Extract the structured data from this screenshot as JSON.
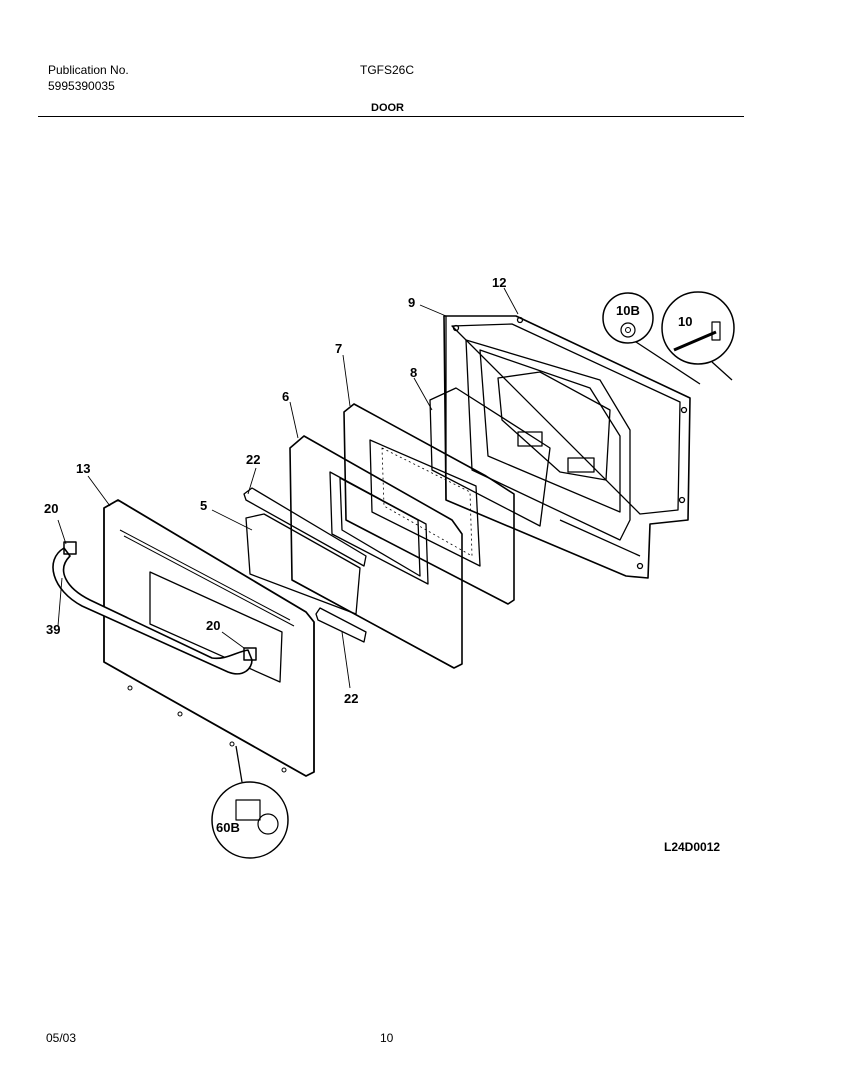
{
  "header": {
    "publication_label": "Publication No.",
    "publication_number": "5995390035",
    "model": "TGFS26C",
    "section_title": "DOOR"
  },
  "diagram": {
    "callouts": {
      "c12": "12",
      "c9": "9",
      "c10b": "10B",
      "c10": "10",
      "c7": "7",
      "c8": "8",
      "c6": "6",
      "c22a": "22",
      "c13": "13",
      "c5": "5",
      "c20a": "20",
      "c39": "39",
      "c20b": "20",
      "c22b": "22",
      "c60b": "60B"
    },
    "drawing_code": "L24D0012"
  },
  "footer": {
    "date": "05/03",
    "page": "10"
  }
}
